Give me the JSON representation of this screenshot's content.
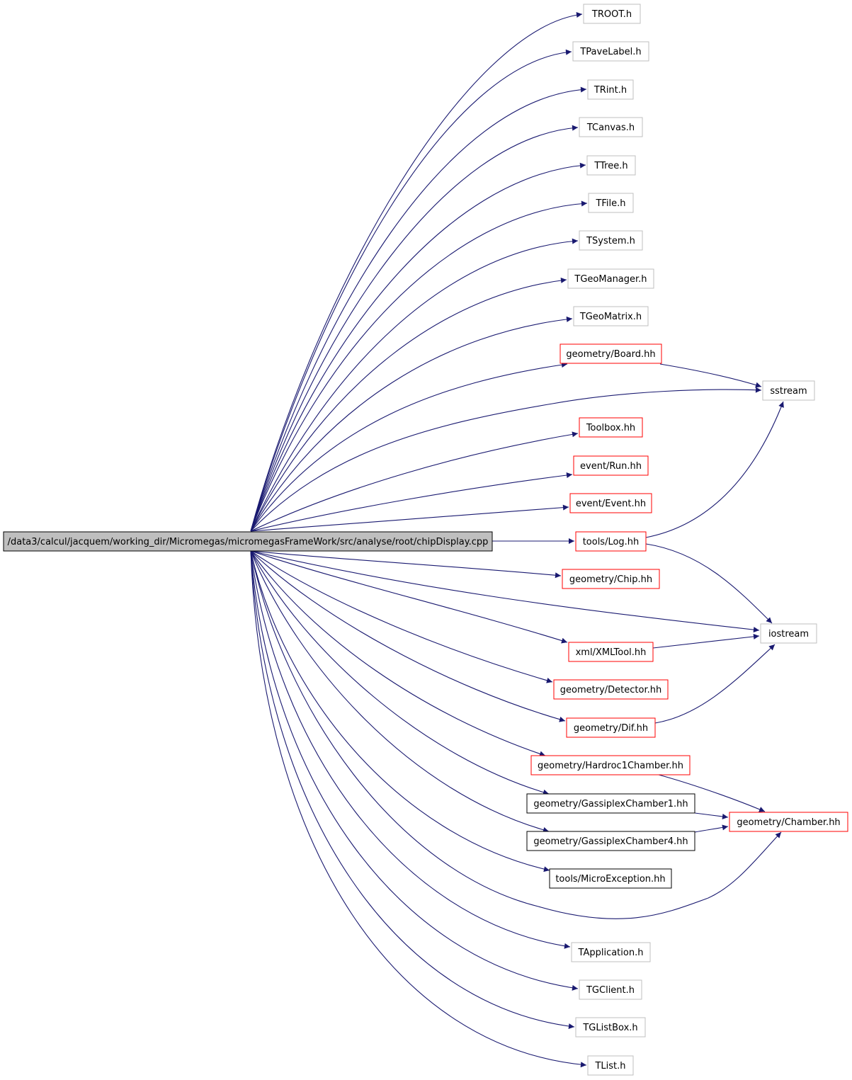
{
  "diagram": {
    "root": {
      "id": "root",
      "label": "/data3/calcul/jacquem/working_dir/Micromegas/micromegasFrameWork/src/analyse/root/chipDisplay.cpp"
    },
    "nodes": [
      {
        "id": "troot",
        "label": "TROOT.h",
        "kind": "external"
      },
      {
        "id": "tpavelabel",
        "label": "TPaveLabel.h",
        "kind": "external"
      },
      {
        "id": "trint",
        "label": "TRint.h",
        "kind": "external"
      },
      {
        "id": "tcanvas",
        "label": "TCanvas.h",
        "kind": "external"
      },
      {
        "id": "ttree",
        "label": "TTree.h",
        "kind": "external"
      },
      {
        "id": "tfile",
        "label": "TFile.h",
        "kind": "external"
      },
      {
        "id": "tsystem",
        "label": "TSystem.h",
        "kind": "external"
      },
      {
        "id": "tgeomanager",
        "label": "TGeoManager.h",
        "kind": "external"
      },
      {
        "id": "tgeomatrix",
        "label": "TGeoMatrix.h",
        "kind": "external"
      },
      {
        "id": "board",
        "label": "geometry/Board.hh",
        "kind": "documented"
      },
      {
        "id": "sstream",
        "label": "sstream",
        "kind": "external"
      },
      {
        "id": "toolbox",
        "label": "Toolbox.hh",
        "kind": "documented"
      },
      {
        "id": "run",
        "label": "event/Run.hh",
        "kind": "documented"
      },
      {
        "id": "event",
        "label": "event/Event.hh",
        "kind": "documented"
      },
      {
        "id": "log",
        "label": "tools/Log.hh",
        "kind": "documented"
      },
      {
        "id": "chip",
        "label": "geometry/Chip.hh",
        "kind": "documented"
      },
      {
        "id": "iostream",
        "label": "iostream",
        "kind": "external"
      },
      {
        "id": "xmltool",
        "label": "xml/XMLTool.hh",
        "kind": "documented"
      },
      {
        "id": "detector",
        "label": "geometry/Detector.hh",
        "kind": "documented"
      },
      {
        "id": "dif",
        "label": "geometry/Dif.hh",
        "kind": "documented"
      },
      {
        "id": "hardroc",
        "label": "geometry/Hardroc1Chamber.hh",
        "kind": "documented"
      },
      {
        "id": "gassiplex1",
        "label": "geometry/GassiplexChamber1.hh",
        "kind": "plain"
      },
      {
        "id": "chamber",
        "label": "geometry/Chamber.hh",
        "kind": "documented"
      },
      {
        "id": "gassiplex4",
        "label": "geometry/GassiplexChamber4.hh",
        "kind": "plain"
      },
      {
        "id": "microexception",
        "label": "tools/MicroException.hh",
        "kind": "plain"
      },
      {
        "id": "tapplication",
        "label": "TApplication.h",
        "kind": "external"
      },
      {
        "id": "tgclient",
        "label": "TGClient.h",
        "kind": "external"
      },
      {
        "id": "tglistbox",
        "label": "TGListBox.h",
        "kind": "external"
      },
      {
        "id": "tlist",
        "label": "TList.h",
        "kind": "external"
      }
    ],
    "edges": [
      {
        "from": "root",
        "to": "troot"
      },
      {
        "from": "root",
        "to": "tpavelabel"
      },
      {
        "from": "root",
        "to": "trint"
      },
      {
        "from": "root",
        "to": "tcanvas"
      },
      {
        "from": "root",
        "to": "ttree"
      },
      {
        "from": "root",
        "to": "tfile"
      },
      {
        "from": "root",
        "to": "tsystem"
      },
      {
        "from": "root",
        "to": "tgeomanager"
      },
      {
        "from": "root",
        "to": "tgeomatrix"
      },
      {
        "from": "root",
        "to": "board"
      },
      {
        "from": "board",
        "to": "sstream"
      },
      {
        "from": "root",
        "to": "sstream"
      },
      {
        "from": "root",
        "to": "toolbox"
      },
      {
        "from": "root",
        "to": "run"
      },
      {
        "from": "root",
        "to": "event"
      },
      {
        "from": "root",
        "to": "log"
      },
      {
        "from": "log",
        "to": "sstream"
      },
      {
        "from": "log",
        "to": "iostream"
      },
      {
        "from": "root",
        "to": "chip"
      },
      {
        "from": "root",
        "to": "iostream"
      },
      {
        "from": "root",
        "to": "xmltool"
      },
      {
        "from": "xmltool",
        "to": "iostream"
      },
      {
        "from": "root",
        "to": "detector"
      },
      {
        "from": "root",
        "to": "dif"
      },
      {
        "from": "dif",
        "to": "iostream"
      },
      {
        "from": "root",
        "to": "hardroc"
      },
      {
        "from": "hardroc",
        "to": "chamber"
      },
      {
        "from": "root",
        "to": "gassiplex1"
      },
      {
        "from": "gassiplex1",
        "to": "chamber"
      },
      {
        "from": "root",
        "to": "gassiplex4"
      },
      {
        "from": "gassiplex4",
        "to": "chamber"
      },
      {
        "from": "root",
        "to": "microexception"
      },
      {
        "from": "root",
        "to": "chamber"
      },
      {
        "from": "root",
        "to": "tapplication"
      },
      {
        "from": "root",
        "to": "tgclient"
      },
      {
        "from": "root",
        "to": "tglistbox"
      },
      {
        "from": "root",
        "to": "tlist"
      }
    ],
    "colors": {
      "edge": "#191970",
      "external_border": "#bfbfbf",
      "documented_border": "#ff0000",
      "plain_border": "#000000",
      "root_fill": "#bfbfbf"
    }
  }
}
